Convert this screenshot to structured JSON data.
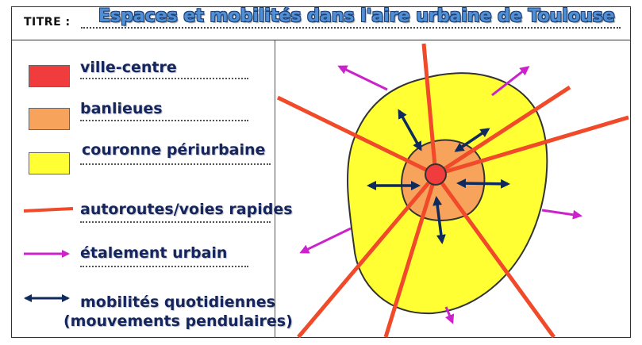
{
  "header": {
    "title_label": "TITRE :",
    "title": "Espaces et mobilités dans l'aire urbaine de Toulouse"
  },
  "legend": {
    "items": [
      {
        "label": "ville-centre",
        "color": "#f03c3c"
      },
      {
        "label": "banlieues",
        "color": "#f7a35c"
      },
      {
        "label": "couronne périurbaine",
        "color": "#ffff33"
      },
      {
        "label": "autoroutes/voies rapides",
        "color": "#f04a2a"
      },
      {
        "label": "étalement urbain",
        "color": "#cc22cc"
      },
      {
        "label": "mobilités quotidiennes",
        "color": "#0f2a5c"
      },
      {
        "label": "(mouvements pendulaires)"
      }
    ]
  }
}
